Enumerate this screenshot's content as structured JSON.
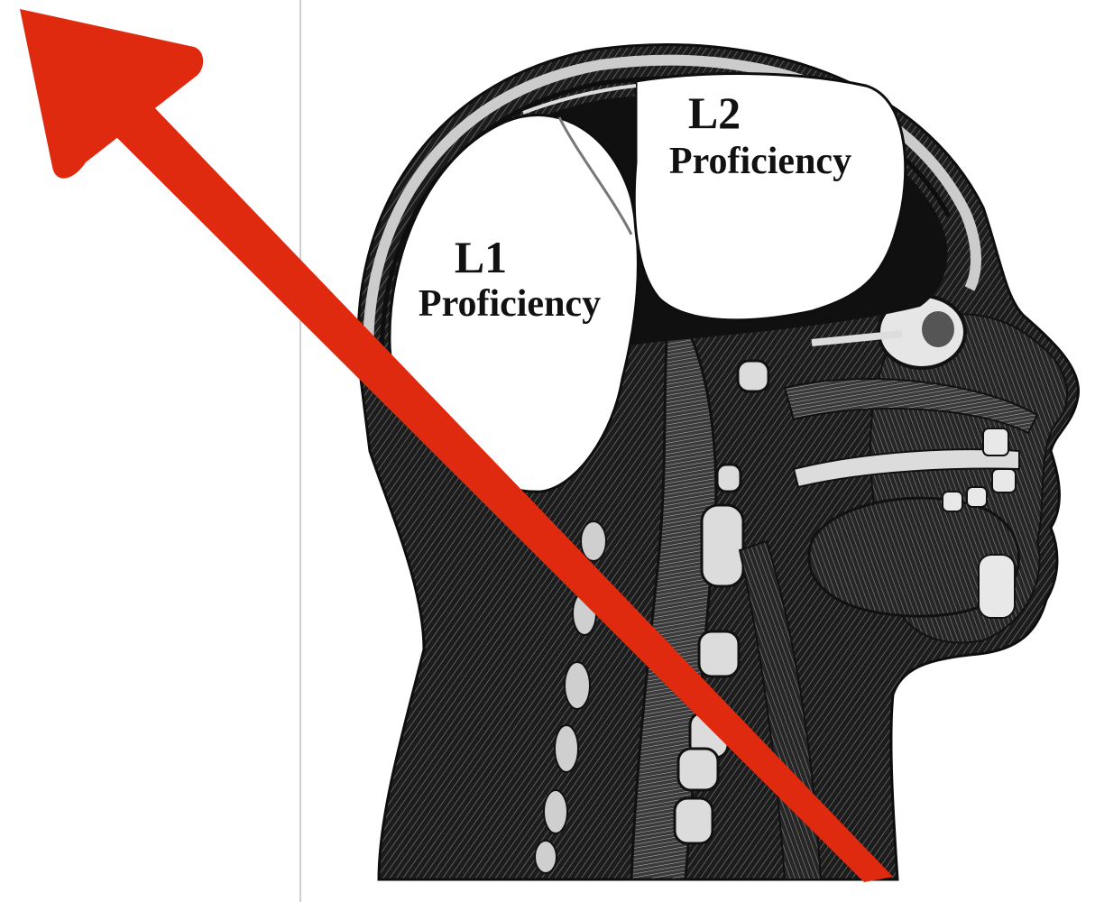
{
  "diagram": {
    "regions": [
      {
        "id": "l1",
        "line1": "L1",
        "line2": "Proficiency"
      },
      {
        "id": "l2",
        "line1": "L2",
        "line2": "Proficiency"
      }
    ],
    "arrow": {
      "color": "#e02a10",
      "direction": "up-left"
    },
    "illustration": {
      "subject": "sagittal section of human head and neck",
      "style": "black and white engraving"
    },
    "colors": {
      "ink": "#141414",
      "paper": "#ffffff",
      "bone": "#d8d8d8"
    }
  }
}
